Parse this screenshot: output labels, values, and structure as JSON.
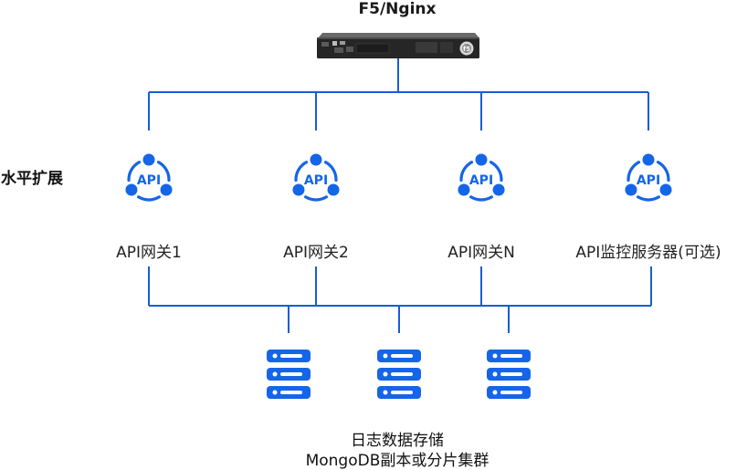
{
  "top": {
    "label": "F5/Nginx"
  },
  "side_label": "水平扩展",
  "gateways": [
    {
      "icon_text": "API",
      "label": "API网关1"
    },
    {
      "icon_text": "API",
      "label": "API网关2"
    },
    {
      "icon_text": "API",
      "label": "API网关N"
    },
    {
      "icon_text": "API",
      "label": "API监控服务器(可选)"
    }
  ],
  "storage": {
    "line1": "日志数据存储",
    "line2": "MongoDB副本或分片集群",
    "db_count": 3
  },
  "colors": {
    "accent": "#1565e8",
    "line": "#1a5cd6",
    "device": "#2b2b2b"
  }
}
